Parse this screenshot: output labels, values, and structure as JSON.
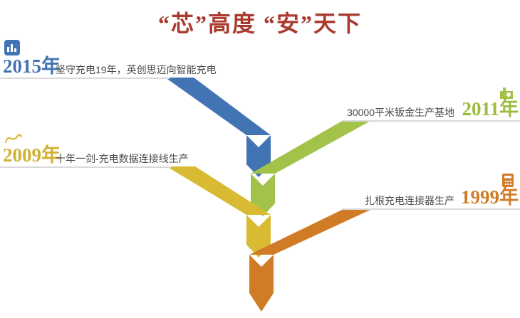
{
  "title": "“芯”高度 “安”天下",
  "colors": {
    "title": "#a93a2d",
    "blue": "#4273b3",
    "green": "#a3c24a",
    "gold": "#d9ba33",
    "orange": "#d07c26",
    "rule": "#d9d9d9",
    "desc_text": "#4a4a4a"
  },
  "milestones": [
    {
      "year": "2015年",
      "desc": "坚守充电19年，英创思迈向智能充电",
      "side": "left",
      "color": "#4273b3",
      "icon": "bar-chart-icon"
    },
    {
      "year": "2011年",
      "desc": "30000平米钣金生产基地",
      "side": "right",
      "color": "#a3c24a",
      "icon": "factory-icon"
    },
    {
      "year": "2009年",
      "desc": "十年一剑-充电数据连接线生产",
      "side": "left",
      "color": "#d9ba33",
      "icon": "curve-icon"
    },
    {
      "year": "1999年",
      "desc": "扎根充电连接器生产",
      "side": "right",
      "color": "#d07c26",
      "icon": "device-icon"
    }
  ]
}
